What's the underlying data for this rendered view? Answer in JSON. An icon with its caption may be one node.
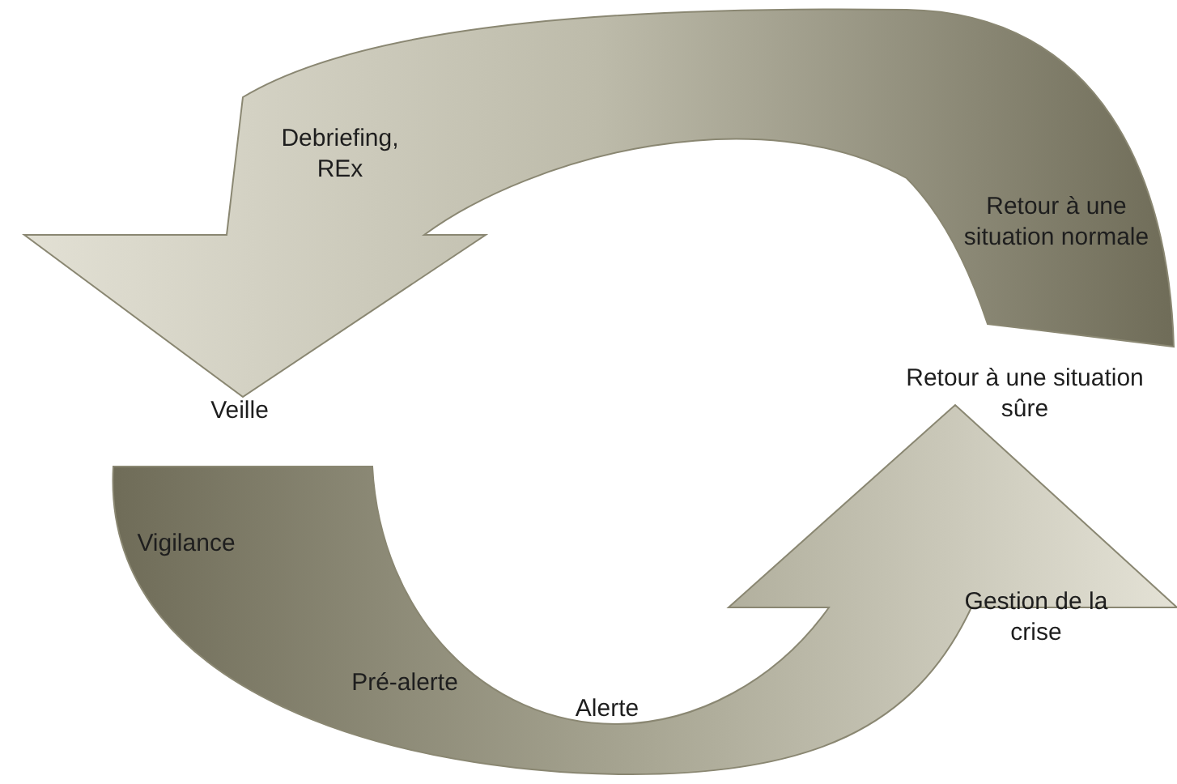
{
  "diagram": {
    "nodes": [
      {
        "text": [
          "Debriefing, REx",
          "Retour à une situation normale"
        ]
      },
      {
        "text": [
          "Veille"
        ]
      },
      {
        "text": [
          "Retour à une situation sûre"
        ]
      },
      {
        "text": [
          "Vigilance",
          "Pré-alerte",
          "Alerte",
          "Gestion de la crise"
        ]
      }
    ]
  }
}
